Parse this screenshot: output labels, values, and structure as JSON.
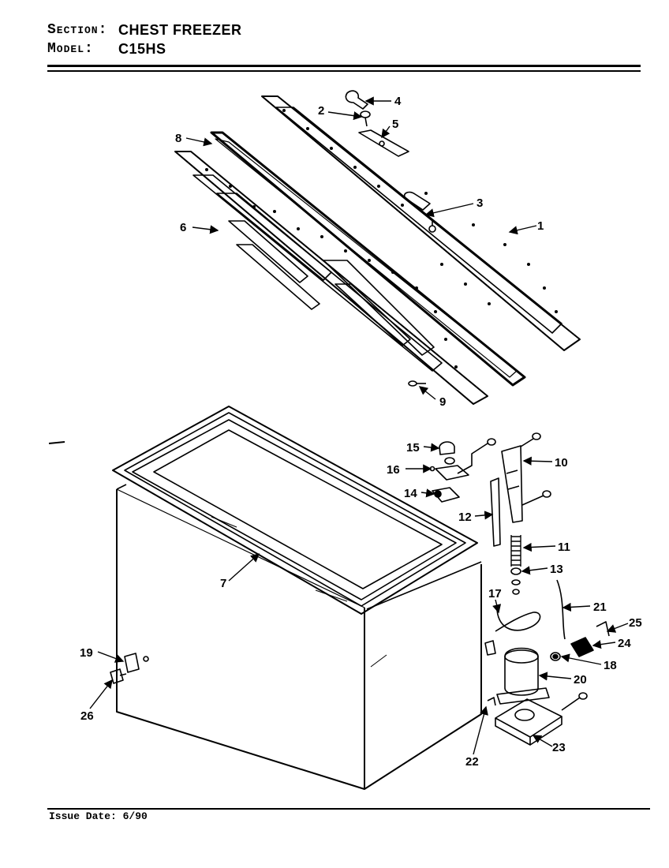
{
  "header": {
    "section_label": "Section:",
    "section_value": "CHEST FREEZER",
    "model_label": "Model:",
    "model_value": "C15HS"
  },
  "footer": {
    "issue_date": "Issue Date: 6/90"
  },
  "callouts": [
    {
      "id": "c1",
      "label": "1"
    },
    {
      "id": "c2",
      "label": "2"
    },
    {
      "id": "c3",
      "label": "3"
    },
    {
      "id": "c4",
      "label": "4"
    },
    {
      "id": "c5",
      "label": "5"
    },
    {
      "id": "c6",
      "label": "6"
    },
    {
      "id": "c7",
      "label": "7"
    },
    {
      "id": "c8",
      "label": "8"
    },
    {
      "id": "c9",
      "label": "9"
    },
    {
      "id": "c10",
      "label": "10"
    },
    {
      "id": "c11",
      "label": "11"
    },
    {
      "id": "c12",
      "label": "12"
    },
    {
      "id": "c13",
      "label": "13"
    },
    {
      "id": "c14",
      "label": "14"
    },
    {
      "id": "c15",
      "label": "15"
    },
    {
      "id": "c16",
      "label": "16"
    },
    {
      "id": "c17",
      "label": "17"
    },
    {
      "id": "c18",
      "label": "18"
    },
    {
      "id": "c19",
      "label": "19"
    },
    {
      "id": "c20",
      "label": "20"
    },
    {
      "id": "c21",
      "label": "21"
    },
    {
      "id": "c22",
      "label": "22"
    },
    {
      "id": "c23",
      "label": "23"
    },
    {
      "id": "c24",
      "label": "24"
    },
    {
      "id": "c25",
      "label": "25"
    },
    {
      "id": "c26",
      "label": "26"
    }
  ]
}
